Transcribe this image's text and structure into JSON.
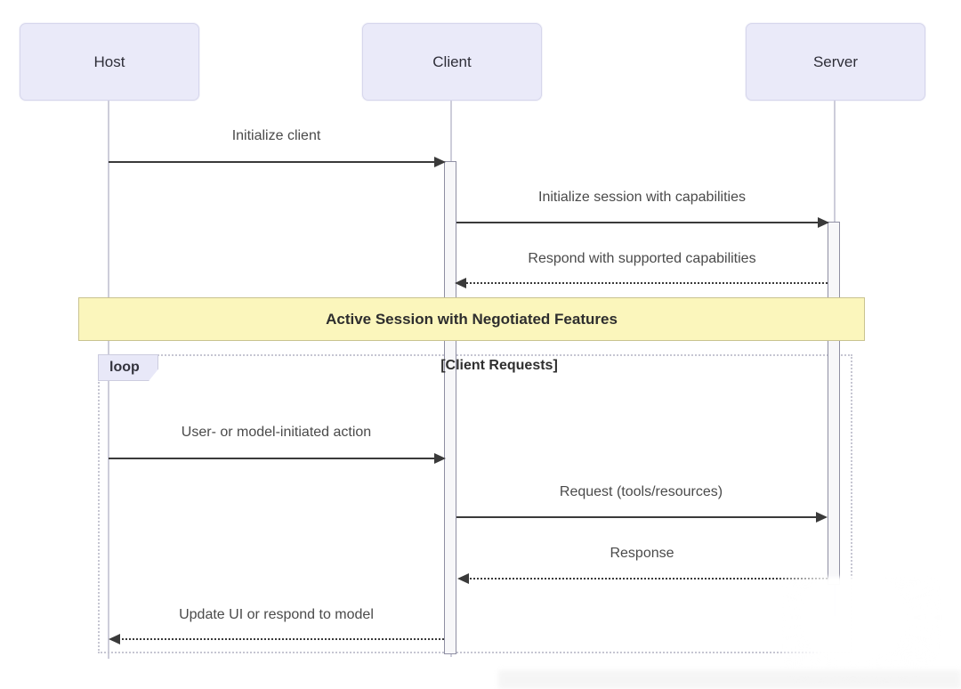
{
  "diagram_type": "sequence",
  "participants": [
    {
      "name": "Host"
    },
    {
      "name": "Client"
    },
    {
      "name": "Server"
    }
  ],
  "messages": [
    {
      "label": "Initialize client",
      "from": "Host",
      "to": "Client",
      "line": "solid"
    },
    {
      "label": "Initialize session with capabilities",
      "from": "Client",
      "to": "Server",
      "line": "solid"
    },
    {
      "label": "Respond with supported capabilities",
      "from": "Server",
      "to": "Client",
      "line": "dashed"
    },
    {
      "label": "User- or model-initiated action",
      "from": "Host",
      "to": "Client",
      "line": "solid"
    },
    {
      "label": "Request (tools/resources)",
      "from": "Client",
      "to": "Server",
      "line": "solid"
    },
    {
      "label": "Response",
      "from": "Server",
      "to": "Client",
      "line": "dashed"
    },
    {
      "label": "Update UI or respond to model",
      "from": "Client",
      "to": "Host",
      "line": "dashed"
    }
  ],
  "note": {
    "text": "Active Session with Negotiated Features"
  },
  "loop": {
    "label": "loop",
    "condition": "[Client Requests]"
  },
  "colors": {
    "participant_fill": "#eaeaf9",
    "participant_border": "#d6d6ec",
    "note_fill": "#fbf6bc",
    "note_border": "#c9c390",
    "arrow": "#3a3a3a",
    "message_text": "#4a4a4a",
    "loop_frame_border": "#c6c6d2",
    "loop_tab_fill": "#e8e8f8",
    "lifeline": "#cdcdda",
    "activation_fill": "#f7f7f9",
    "activation_border": "#8f8fa3"
  }
}
